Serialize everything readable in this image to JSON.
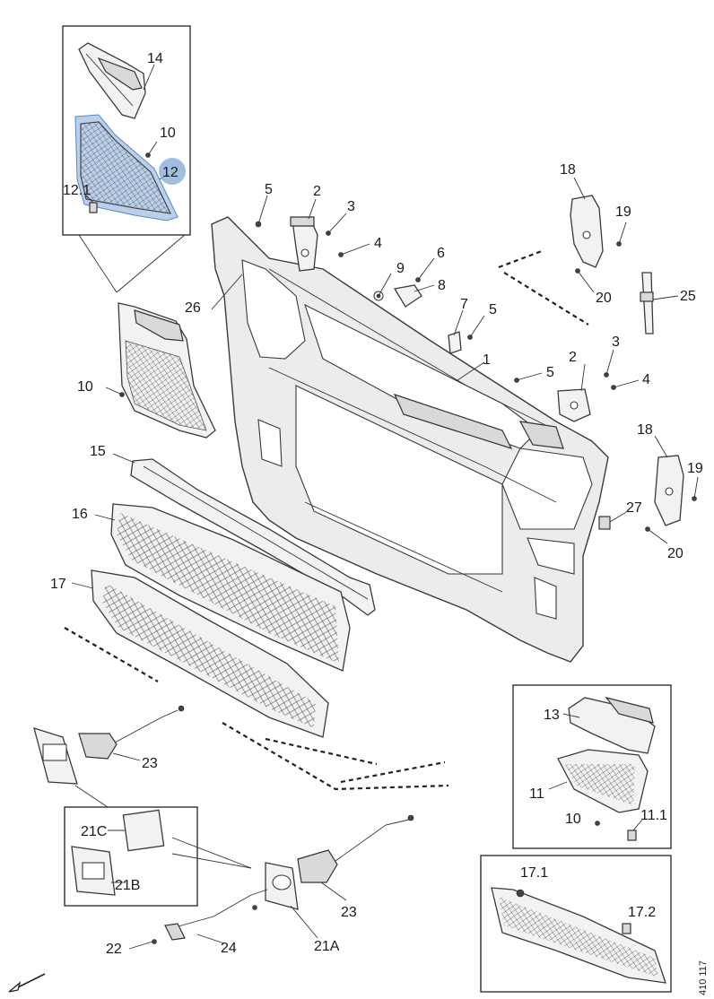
{
  "diagram": {
    "reference_number": "410 117",
    "highlighted_callout": "12",
    "highlight_color": "#7fa8d8",
    "callouts": {
      "c1": "1",
      "c2a": "2",
      "c2b": "2",
      "c3a": "3",
      "c3b": "3",
      "c4a": "4",
      "c4b": "4",
      "c5a": "5",
      "c5b": "5",
      "c5c": "5",
      "c6": "6",
      "c7": "7",
      "c8": "8",
      "c9": "9",
      "c10a": "10",
      "c10b": "10",
      "c10c": "10",
      "c11": "11",
      "c11_1": "11.1",
      "c12": "12",
      "c12_1": "12.1",
      "c13": "13",
      "c14": "14",
      "c15": "15",
      "c16": "16",
      "c17": "17",
      "c17_1": "17.1",
      "c17_2": "17.2",
      "c18a": "18",
      "c18b": "18",
      "c19a": "19",
      "c19b": "19",
      "c20a": "20",
      "c20b": "20",
      "c21a": "21A",
      "c21b": "21B",
      "c21c": "21C",
      "c22": "22",
      "c23a": "23",
      "c23b": "23",
      "c24": "24",
      "c25": "25",
      "c26": "26",
      "c27": "27"
    },
    "direction_arrow_icon": "front-direction-arrow-icon"
  }
}
